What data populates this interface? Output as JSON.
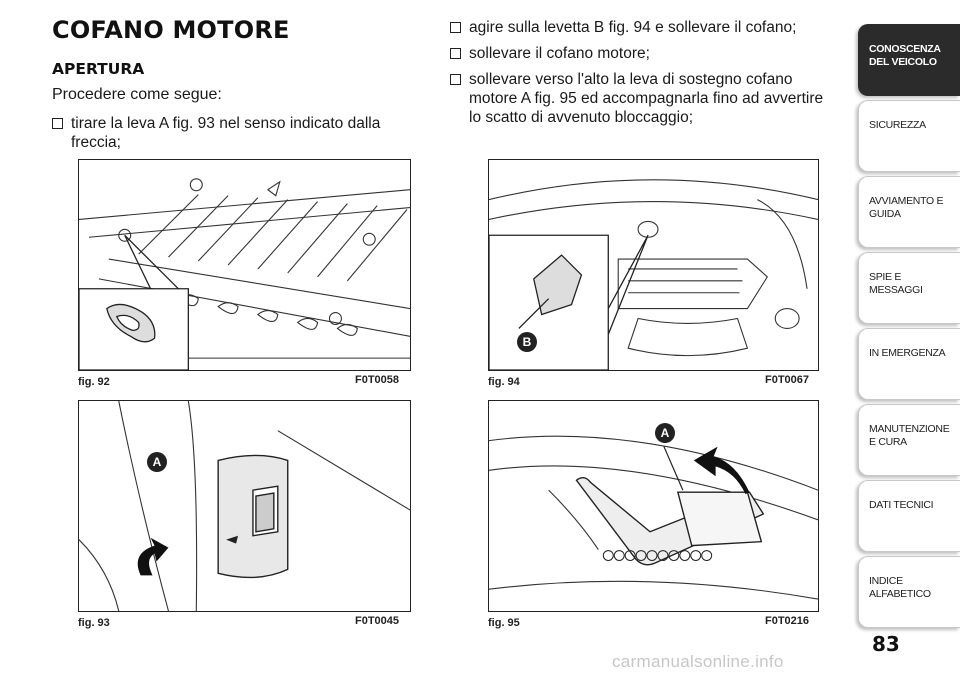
{
  "section": {
    "title": "COFANO MOTORE",
    "subtitle": "APERTURA",
    "intro": "Procedere come segue:"
  },
  "steps": [
    "tirare la leva A fig. 93 nel senso indicato dalla freccia;",
    "agire sulla levetta B fig. 94 e sollevare il cofano;",
    "sollevare il cofano motore;",
    "sollevare verso l'alto la leva di sostegno cofano motore A fig. 95 ed accompagnarla fino ad avvertire lo scatto di avvenuto bloccaggio;"
  ],
  "figures": [
    {
      "caption": "fig. 92",
      "code": "F0T0058",
      "label": ""
    },
    {
      "caption": "fig. 93",
      "code": "F0T0045",
      "label": "A"
    },
    {
      "caption": "fig. 94",
      "code": "F0T0067",
      "label": "B"
    },
    {
      "caption": "fig. 95",
      "code": "F0T0216",
      "label": "A"
    }
  ],
  "sidebar": {
    "tabs": [
      {
        "label": "CONOSCENZA DEL VEICOLO",
        "active": true
      },
      {
        "label": "SICUREZZA",
        "active": false
      },
      {
        "label": "AVVIAMENTO E GUIDA",
        "active": false
      },
      {
        "label": "SPIE E MESSAGGI",
        "active": false
      },
      {
        "label": "IN EMERGENZA",
        "active": false
      },
      {
        "label": "MANUTENZIONE E CURA",
        "active": false
      },
      {
        "label": "DATI TECNICI",
        "active": false
      },
      {
        "label": "INDICE ALFABETICO",
        "active": false
      }
    ]
  },
  "page_number": "83",
  "watermark": "carmanualsonline.info",
  "colors": {
    "active_tab": "#2b2b2b",
    "text": "#1a1a1a"
  }
}
